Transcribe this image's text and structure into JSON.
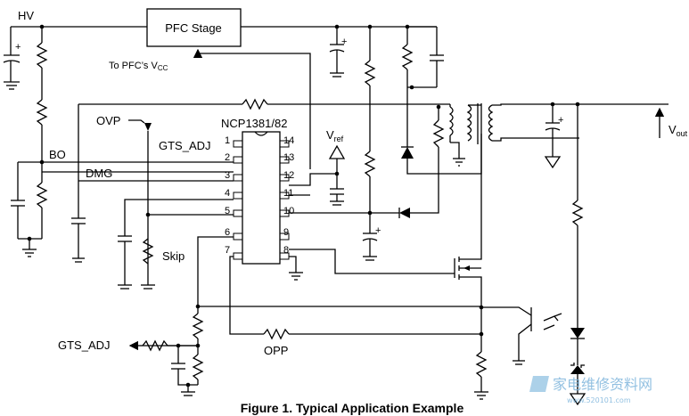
{
  "labels": {
    "hv": "HV",
    "pfc_stage": "PFC Stage",
    "to_pfc_vcc": "To PFC’s V",
    "to_pfc_vcc_sub": "CC",
    "ovp": "OVP",
    "gts_adj_top": "GTS_ADJ",
    "ic_name": "NCP1381/82",
    "vref": "V",
    "vref_sub": "ref",
    "bo": "BO",
    "dmg": "DMG",
    "skip": "Skip",
    "gts_adj_bottom": "GTS_ADJ",
    "opp": "OPP",
    "vout": "V",
    "vout_sub": "out",
    "plus": "+"
  },
  "ic_pins": {
    "left": [
      "1",
      "2",
      "3",
      "4",
      "5",
      "6",
      "7"
    ],
    "right": [
      "14",
      "13",
      "12",
      "11",
      "10",
      "9",
      "8"
    ]
  },
  "caption": "Figure 1. Typical Application Example",
  "watermark": {
    "chars": "家电维修资料网",
    "url": "www.520101.com"
  }
}
